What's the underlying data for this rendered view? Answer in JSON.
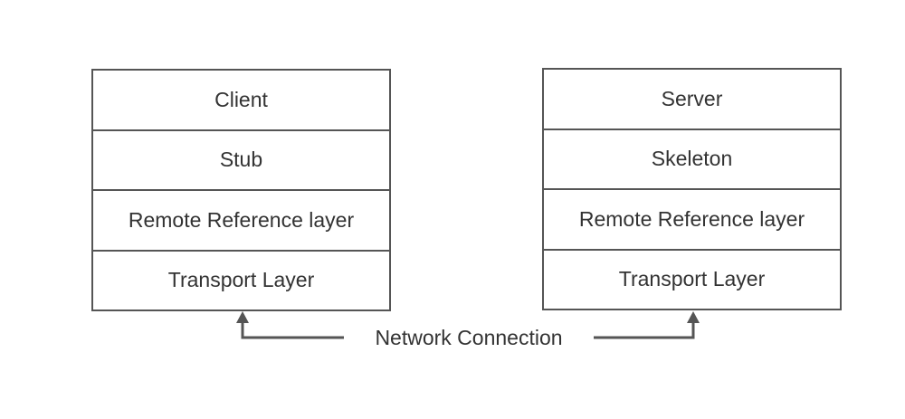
{
  "client_stack": {
    "layers": [
      "Client",
      "Stub",
      "Remote Reference layer",
      "Transport Layer"
    ]
  },
  "server_stack": {
    "layers": [
      "Server",
      "Skeleton",
      "Remote Reference layer",
      "Transport Layer"
    ]
  },
  "connection": {
    "label": "Network Connection"
  }
}
